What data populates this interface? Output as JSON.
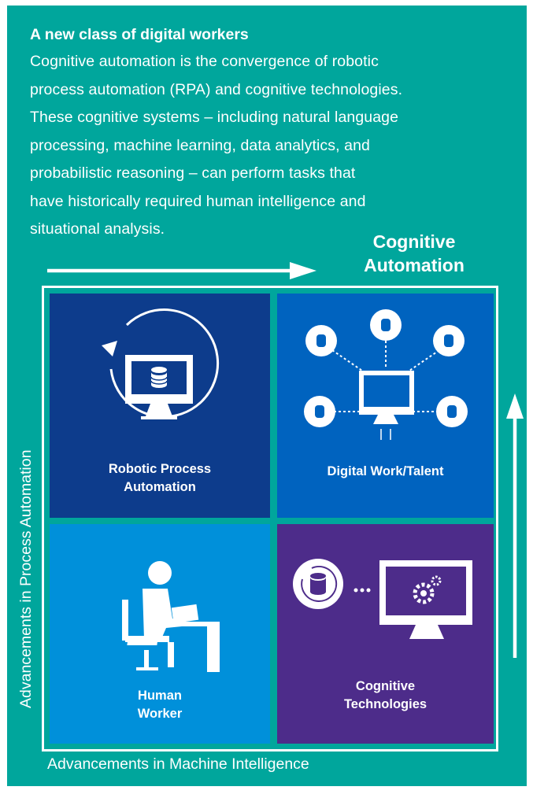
{
  "heading": "A new class of digital workers",
  "body_lines": [
    "Cognitive automation is the convergence of robotic",
    "process automation (RPA) and cognitive technologies.",
    "These cognitive systems – including natural language",
    "processing, machine learning, data analytics, and",
    "probabilistic reasoning – can perform tasks that",
    "have historically required human intelligence and",
    "situational analysis."
  ],
  "corner_label": "Cognitive\nAutomation",
  "quadrants": {
    "top_left": "Robotic Process\nAutomation",
    "top_right": "Digital Work/Talent",
    "bottom_left": "Human\nWorker",
    "bottom_right": "Cognitive\nTechnologies"
  },
  "y_axis_label": "Advancements in Process Automation",
  "x_axis_label": "Advancements in Machine Intelligence",
  "colors": {
    "background": "#00a69c",
    "rpa": "#0d3c8c",
    "digital_work": "#0063bf",
    "human_worker": "#0090da",
    "cognitive_tech": "#4d2c8a"
  },
  "icons": {
    "rpa": "monitor-database-cycle-icon",
    "digital_work": "connected-monitor-network-icon",
    "human_worker": "person-at-desk-icon",
    "cognitive_tech": "database-to-gear-monitor-icon",
    "horizontal_arrow": "arrow-right-icon",
    "vertical_arrow": "arrow-up-icon"
  }
}
